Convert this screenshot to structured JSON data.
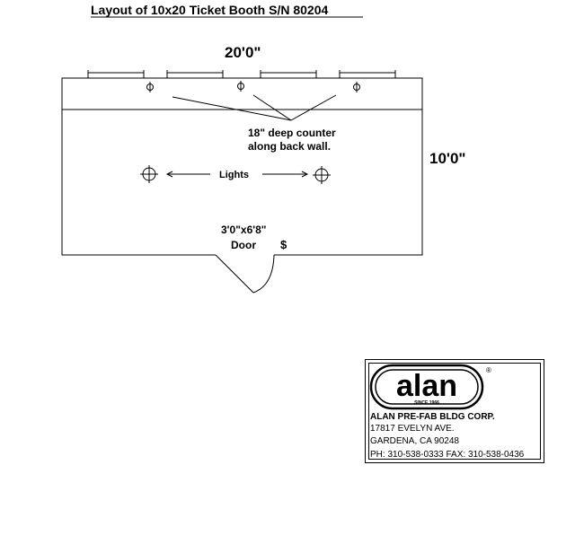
{
  "title": "Layout of 10x20 Ticket Booth S/N 80204",
  "dimensions": {
    "width": "20'0\"",
    "depth": "10'0\""
  },
  "labels": {
    "counter_line1": "18\" deep counter",
    "counter_line2": "along back wall.",
    "lights": "Lights",
    "door_size": "3'0\"x6'8\"",
    "door": "Door",
    "switch": "$"
  },
  "logo": {
    "text": "alan",
    "since": "SINCE 1966",
    "registered": "®"
  },
  "company": {
    "name": "ALAN PRE-FAB BLDG CORP.",
    "address1": "17817 EVELYN AVE.",
    "address2": "GARDENA, CA 90248",
    "phone": "PH: 310-538-0333   FAX: 310-538-0436"
  }
}
